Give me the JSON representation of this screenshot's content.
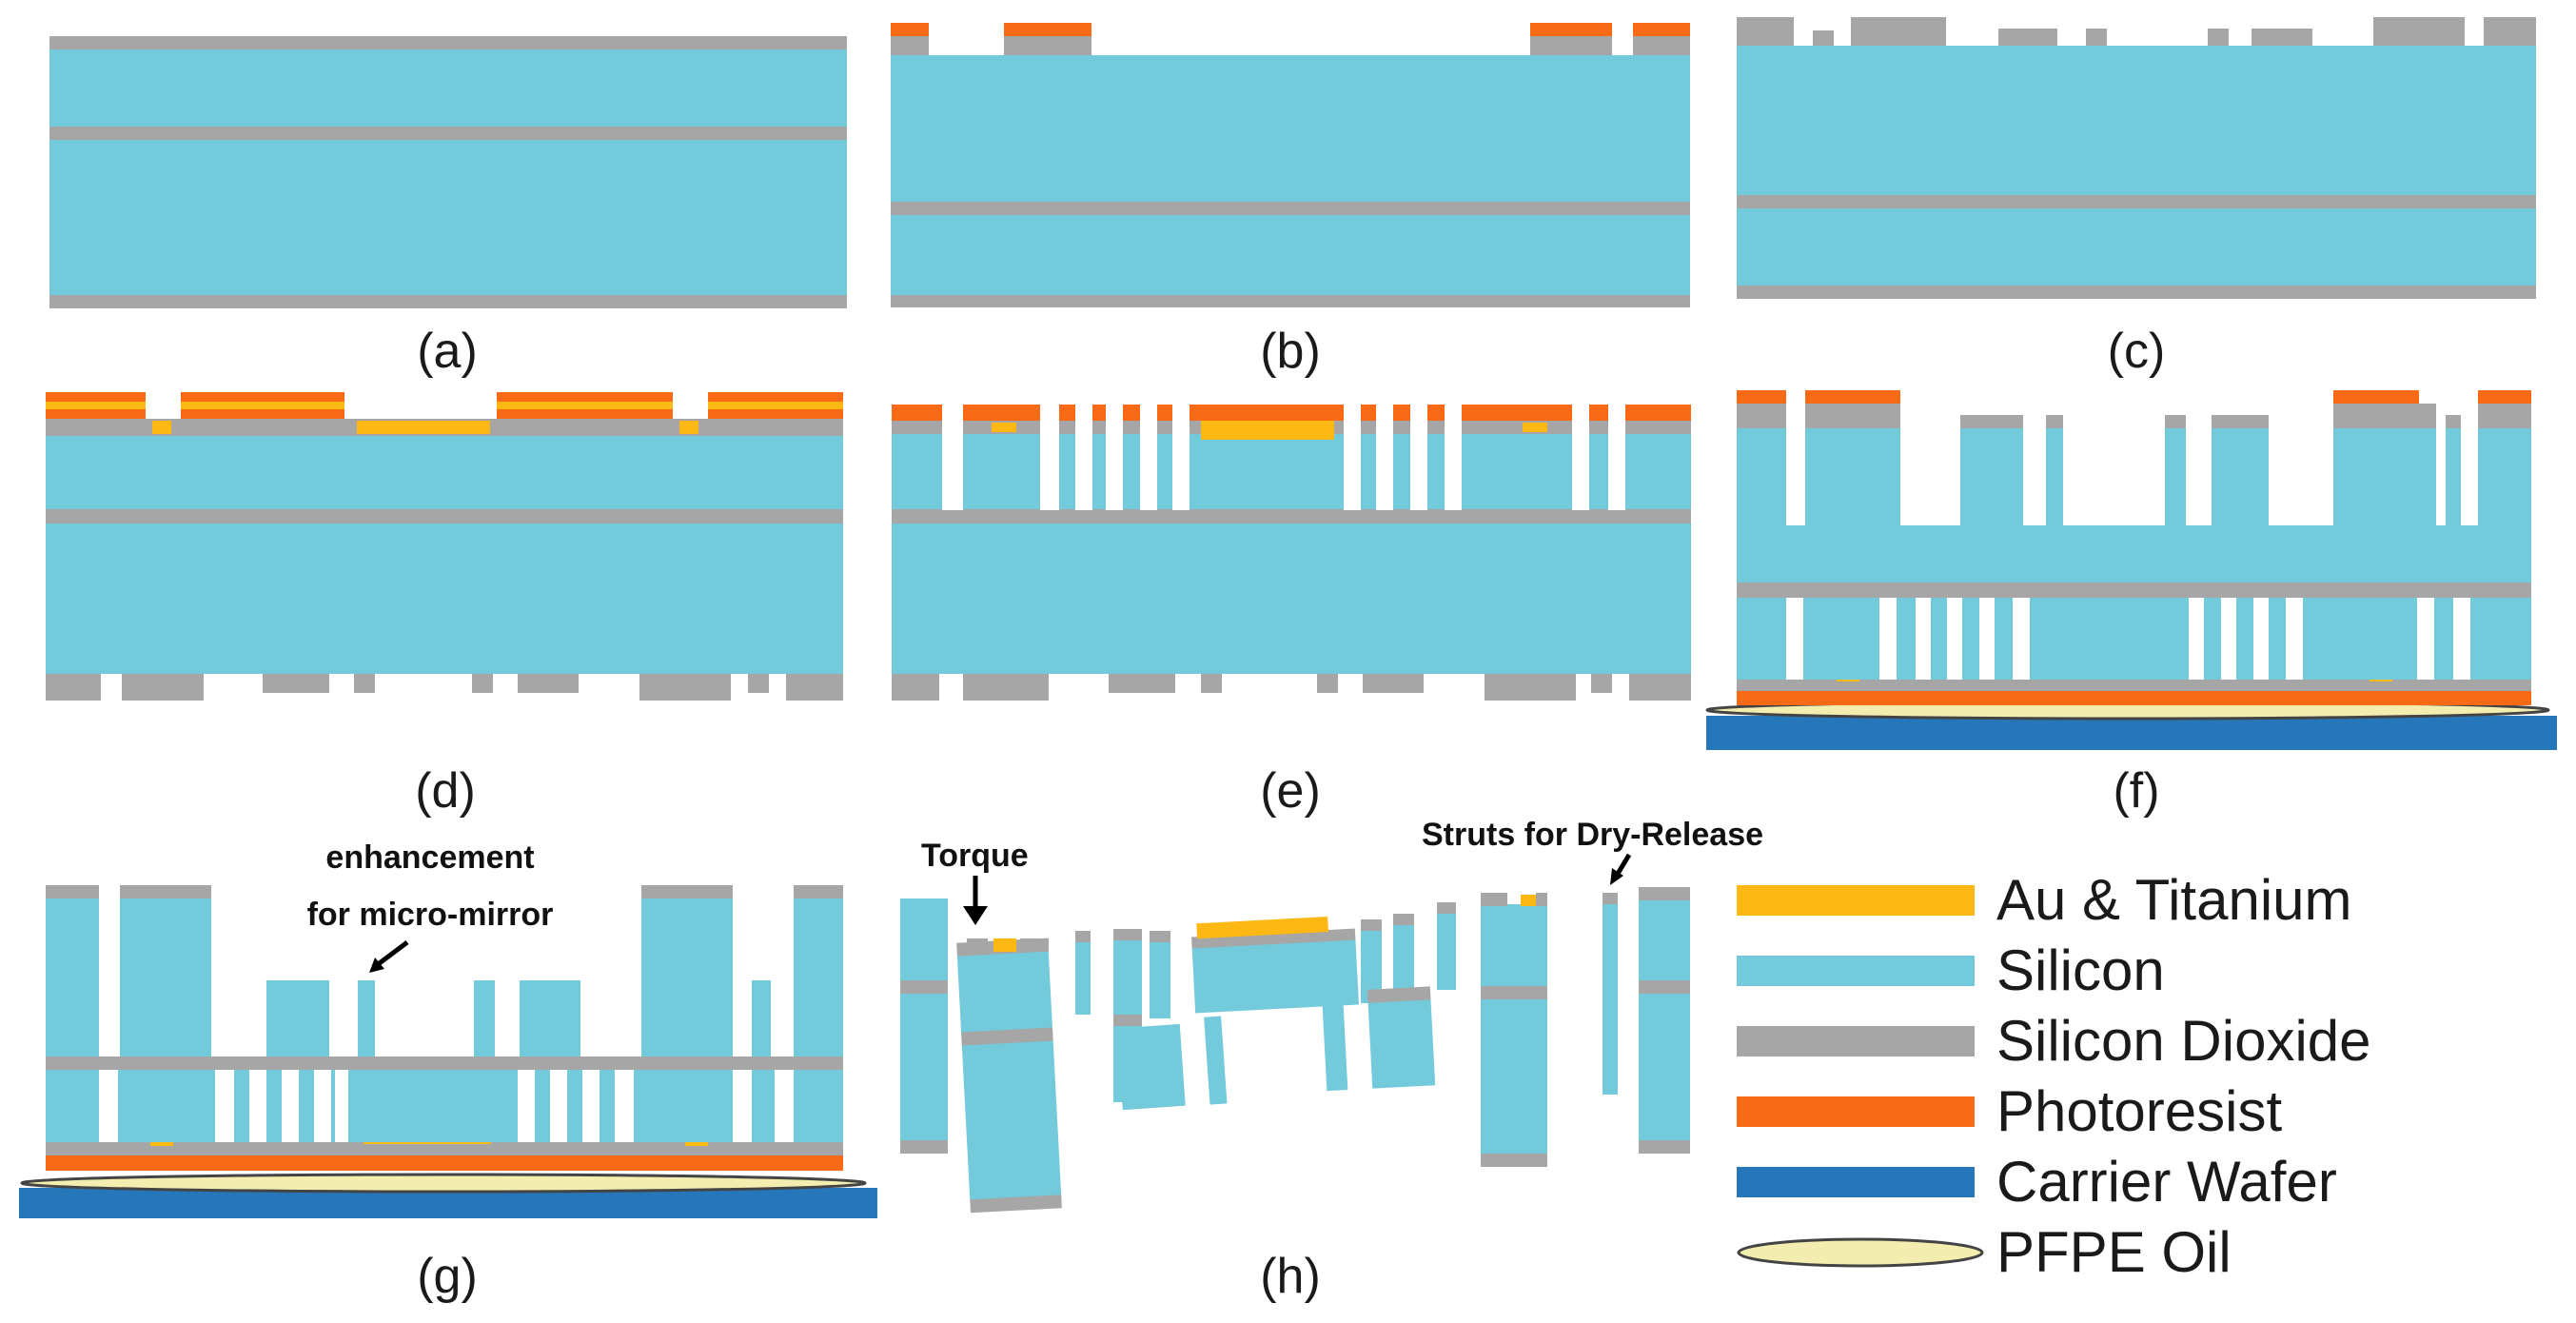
{
  "panels": [
    {
      "id": "a",
      "label": "(a)"
    },
    {
      "id": "b",
      "label": "(b)"
    },
    {
      "id": "c",
      "label": "(c)"
    },
    {
      "id": "d",
      "label": "(d)"
    },
    {
      "id": "e",
      "label": "(e)"
    },
    {
      "id": "f",
      "label": "(f)"
    },
    {
      "id": "g",
      "label": "(g)"
    },
    {
      "id": "h",
      "label": "(h)"
    }
  ],
  "annotations": {
    "micro_mirror_line1": "enhancement",
    "micro_mirror_line2": "for micro-mirror",
    "torque": "Torque",
    "struts": "Struts for Dry-Release"
  },
  "legend": [
    {
      "key": "au",
      "label": "Au & Titanium",
      "color": "#FDB813",
      "swatch": "bar"
    },
    {
      "key": "si",
      "label": "Silicon",
      "color": "#72CADA",
      "swatch": "bar"
    },
    {
      "key": "sio2",
      "label": "Silicon Dioxide",
      "color": "#A6A6A6",
      "swatch": "bar"
    },
    {
      "key": "pr",
      "label": "Photoresist",
      "color": "#F96A16",
      "swatch": "bar"
    },
    {
      "key": "carrier",
      "label": "Carrier Wafer",
      "color": "#2676BA",
      "swatch": "bar"
    },
    {
      "key": "pfpe",
      "label": "PFPE Oil",
      "color": "#F3EEB0",
      "swatch": "ellipse"
    }
  ],
  "colors": {
    "silicon": "#72CADA",
    "oxide": "#A6A6A6",
    "gold": "#FDB813",
    "photoresist": "#F96A16",
    "carrier": "#2676BA",
    "pfpe": "#F3EEB0",
    "pfpe_outline": "#444444",
    "label": "#1a1a1a"
  }
}
